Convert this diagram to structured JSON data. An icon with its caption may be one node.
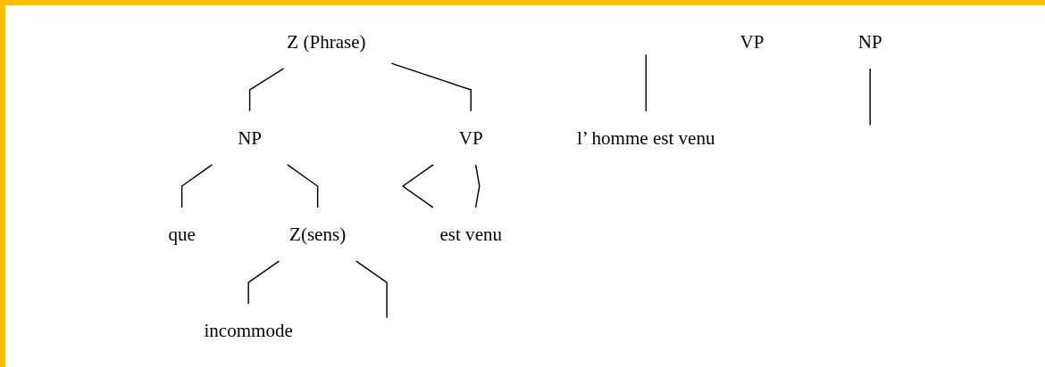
{
  "diagram": {
    "nodes": [
      {
        "text": [
          "Z (Phrase)"
        ]
      },
      {
        "text": [
          "NP"
        ]
      },
      {
        "text": [
          "VP"
        ]
      },
      {
        "text": [
          "que"
        ]
      },
      {
        "text": [
          "Z(sens)"
        ]
      },
      {
        "text": [
          "est venu"
        ]
      },
      {
        "text": [
          "incommode"
        ]
      },
      {
        "text": [
          "NP"
        ]
      },
      {
        "text": [
          "VP"
        ]
      },
      {
        "text": [
          "l’ homme est venu"
        ]
      }
    ],
    "edges": [
      {
        "from": 0,
        "to": 1,
        "arrow": "none"
      },
      {
        "from": 0,
        "to": 2,
        "arrow": "none"
      },
      {
        "from": 1,
        "to": 3,
        "arrow": "none"
      },
      {
        "from": 1,
        "to": 4,
        "arrow": "none"
      },
      {
        "from": 2,
        "to": 5,
        "arrow": "none"
      },
      {
        "from": 2,
        "to": 5,
        "arrow": "none"
      },
      {
        "from": 4,
        "to": 6,
        "arrow": "none"
      },
      {
        "from": 4,
        "to": null,
        "arrow": "none"
      },
      {
        "from": 7,
        "to": null,
        "arrow": "none"
      },
      {
        "from": null,
        "to": 9,
        "arrow": "none"
      }
    ]
  }
}
